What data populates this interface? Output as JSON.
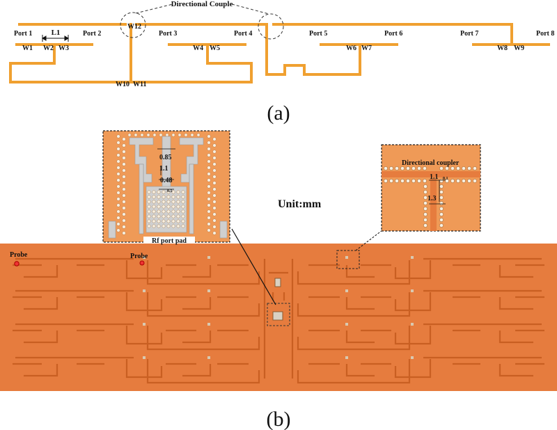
{
  "panel_a": {
    "caption": "(a)",
    "callout": "Directional Couple",
    "ports": [
      "Port 1",
      "Port 2",
      "Port 3",
      "Port 4",
      "Port 5",
      "Port 6",
      "Port 7",
      "Port 8"
    ],
    "dimension": "L1",
    "widths": [
      "W1",
      "W2",
      "W3",
      "W4",
      "W5",
      "W6",
      "W7",
      "W8",
      "W9",
      "W10",
      "W11",
      "W12"
    ]
  },
  "panel_b": {
    "caption": "(b)",
    "unit": "Unit:mm",
    "probe_labels": [
      "Probe",
      "Probe"
    ],
    "pad_inset": {
      "label": "Rf port pad",
      "dims": [
        "0.85",
        "1.1",
        "0.48",
        "0.5"
      ]
    },
    "coupler_inset": {
      "label": "Directional coupler",
      "dims": [
        "1.1",
        "0.1",
        "1.3"
      ]
    }
  },
  "colors": {
    "trace": "#f0a030",
    "board": "#e67c3e",
    "board_trace": "#c95f22",
    "inset_bg": "#ef9a57",
    "via": "#f7efe0",
    "silver": "#c8c8c8"
  }
}
